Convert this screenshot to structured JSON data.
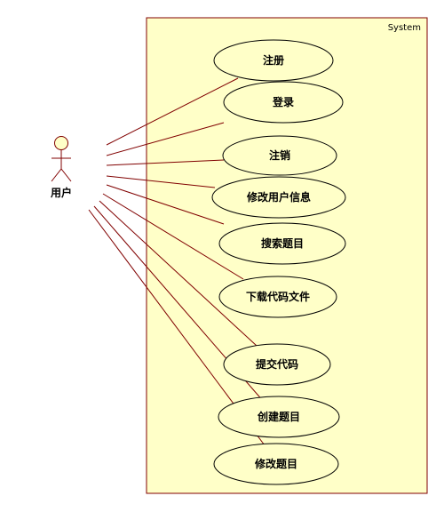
{
  "system": {
    "label": "System"
  },
  "actor": {
    "label": "用户"
  },
  "use_cases": [
    {
      "id": "register",
      "label": "注册"
    },
    {
      "id": "login",
      "label": "登录"
    },
    {
      "id": "logout",
      "label": "注销"
    },
    {
      "id": "edit-user-info",
      "label": "修改用户信息"
    },
    {
      "id": "search-problem",
      "label": "搜索题目"
    },
    {
      "id": "download-code-file",
      "label": "下载代码文件"
    },
    {
      "id": "submit-code",
      "label": "提交代码"
    },
    {
      "id": "create-problem",
      "label": "创建题目"
    },
    {
      "id": "edit-problem",
      "label": "修改题目"
    }
  ],
  "colors": {
    "system_fill": "#ffffc8",
    "system_stroke": "#800000",
    "usecase_fill": "#ffffc8",
    "usecase_stroke": "#000000",
    "association": "#800000",
    "actor_head_fill": "#ffffc8",
    "actor_stroke": "#800000"
  }
}
